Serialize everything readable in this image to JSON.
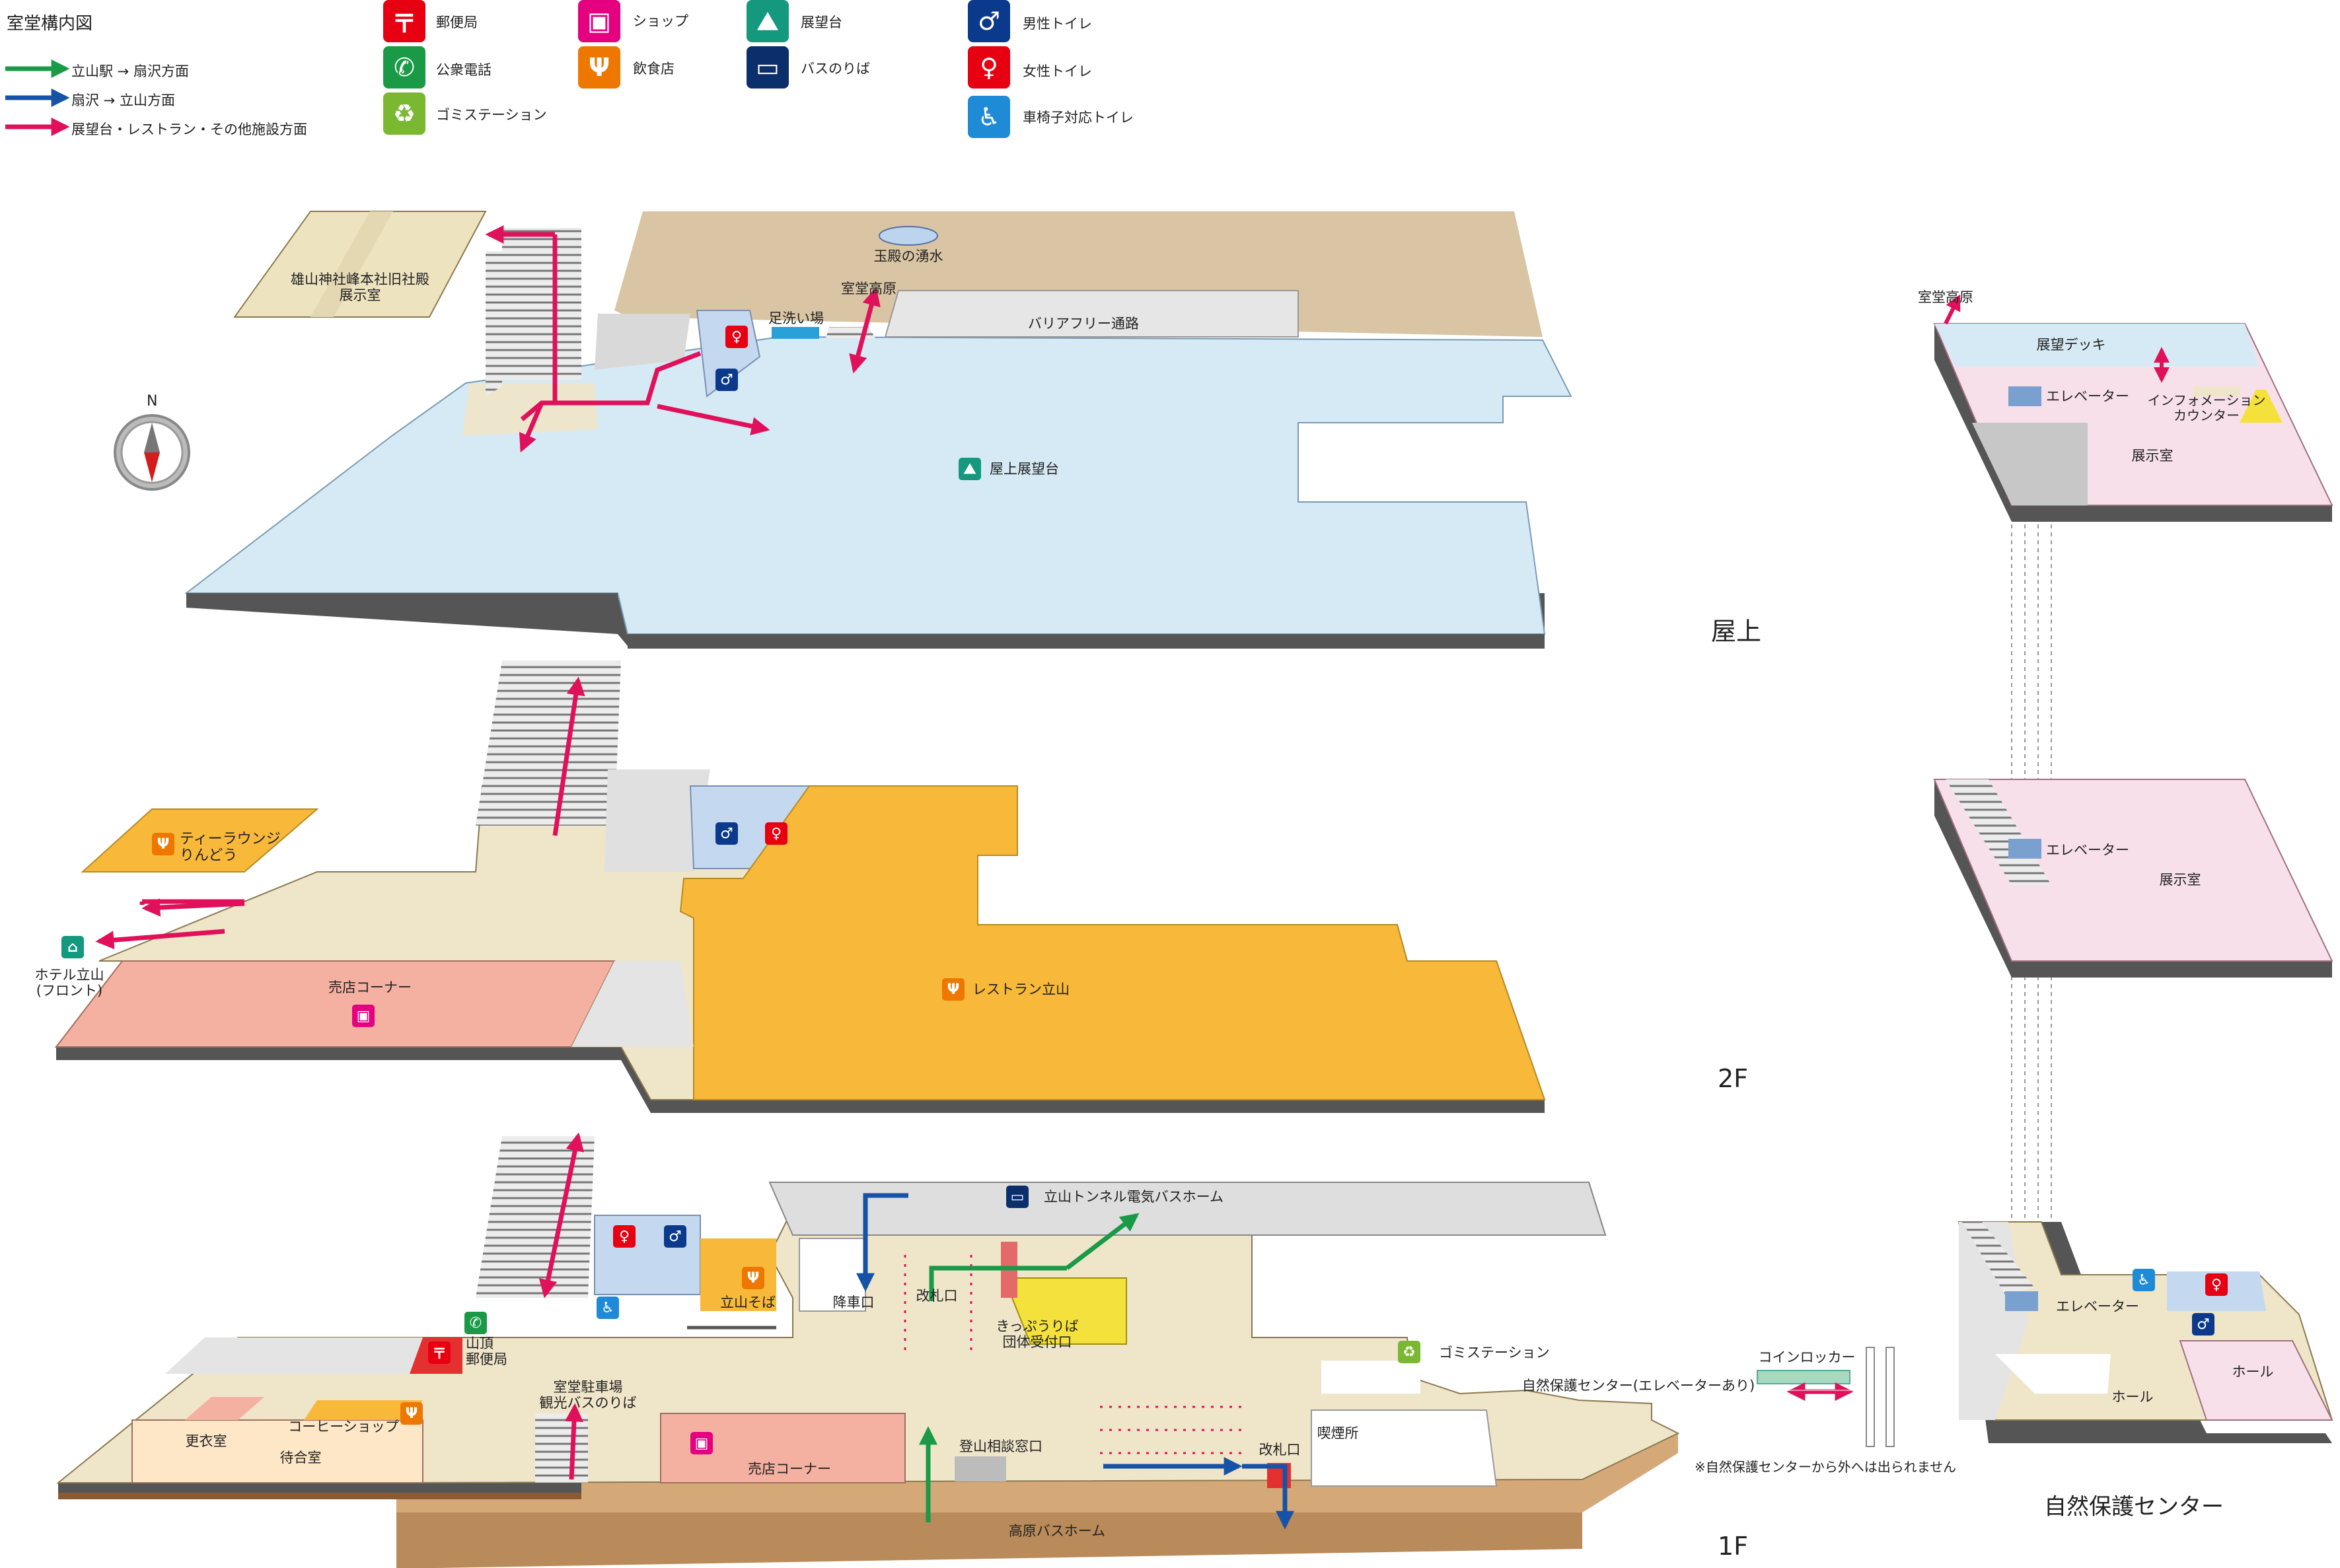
{
  "title": "室堂構内図",
  "legend": {
    "routes": [
      {
        "label": "立山駅 → 扇沢方面",
        "color": "#1a9a47"
      },
      {
        "label": "扇沢 → 立山方面",
        "color": "#1653a6"
      },
      {
        "label": "展望台・レストラン・その他施設方面",
        "color": "#e0105b"
      }
    ],
    "icons": [
      {
        "label": "郵便局",
        "icon": "post-office-icon",
        "glyph": "〒",
        "color": "#e60012"
      },
      {
        "label": "公衆電話",
        "icon": "phone-icon",
        "glyph": "✆",
        "color": "#1a9a47"
      },
      {
        "label": "ゴミステーション",
        "icon": "trash-icon",
        "glyph": "♻",
        "color": "#7ab831"
      },
      {
        "label": "ショップ",
        "icon": "shop-icon",
        "glyph": "▣",
        "color": "#e4007f"
      },
      {
        "label": "飲食店",
        "icon": "restaurant-icon",
        "glyph": "Ψ",
        "color": "#ee7700"
      },
      {
        "label": "展望台",
        "icon": "observatory-icon",
        "glyph": "⛰",
        "color": "#14997f"
      },
      {
        "label": "バスのりば",
        "icon": "bus-icon",
        "glyph": "▭",
        "color": "#0b2f6a"
      },
      {
        "label": "男性トイレ",
        "icon": "male-toilet-icon",
        "glyph": "♂",
        "color": "#0b3a8c"
      },
      {
        "label": "女性トイレ",
        "icon": "female-toilet-icon",
        "glyph": "♀",
        "color": "#e60012"
      },
      {
        "label": "車椅子対応トイレ",
        "icon": "wheelchair-toilet-icon",
        "glyph": "♿",
        "color": "#1f8ad6"
      }
    ]
  },
  "compass": {
    "north": "N"
  },
  "floors": {
    "rooftop": {
      "label": "屋上",
      "places": {
        "shrine": "雄山神社峰本社旧社殿\n展示室",
        "spring": "玉殿の湧水",
        "plateau": "室堂高原",
        "footwash": "足洗い場",
        "barrierfree": "バリアフリー通路",
        "deck": "屋上展望台"
      }
    },
    "f2": {
      "label": "2F",
      "places": {
        "tealounge": "ティーラウンジ\nりんどう",
        "hotel": "ホテル立山\n(フロント)",
        "shop": "売店コーナー",
        "restaurant": "レストラン立山"
      }
    },
    "f1": {
      "label": "1F",
      "places": {
        "tunnelbus": "立山トンネル電気バスホーム",
        "dropoff": "降車口",
        "soba": "立山そば",
        "postoffice": "山頂\n郵便局",
        "gate1": "改札口",
        "ticket": "きっぷうりば\n団体受付口",
        "trash": "ゴミステーション",
        "coffee": "コーヒーショップ",
        "locker_room": "更衣室",
        "waiting": "待合室",
        "parking": "室堂駐車場\n観光バスのりば",
        "shop": "売店コーナー",
        "climbing": "登山相談窓口",
        "gate2": "改札口",
        "smoking": "喫煙所",
        "plateaubus": "高原バスホーム",
        "nature_link": "自然保護センター(エレベーターあり)",
        "coinlocker": "コインロッカー",
        "note": "※自然保護センターから外へは出られません"
      }
    }
  },
  "nature_center": {
    "label": "自然保護センター",
    "top": {
      "plateau": "室堂高原",
      "deck": "展望デッキ",
      "elevator": "エレベーター",
      "info": "インフォメーション\nカウンター",
      "exhibit": "展示室"
    },
    "mid": {
      "elevator": "エレベーター",
      "exhibit": "展示室"
    },
    "low": {
      "elevator": "エレベーター",
      "hall1": "ホール",
      "hall2": "ホール"
    }
  }
}
